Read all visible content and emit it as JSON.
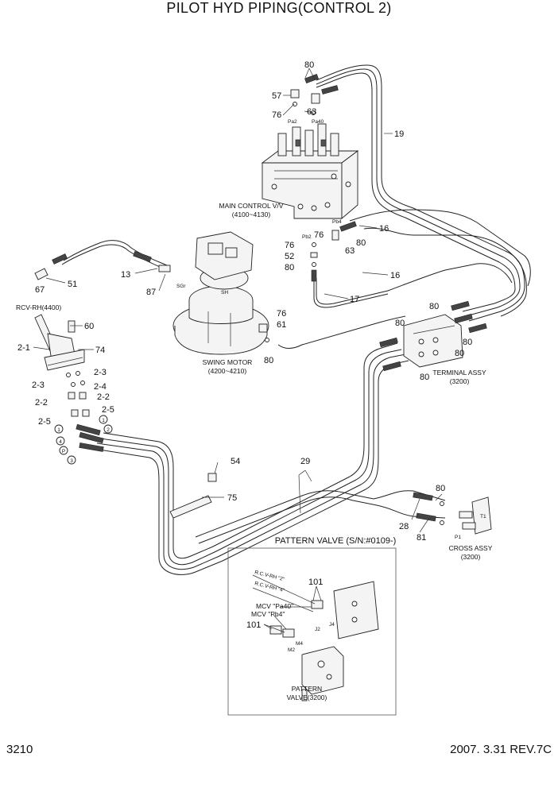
{
  "title": "PILOT HYD PIPING(CONTROL 2)",
  "page_number": "3210",
  "revision": "2007. 3.31  REV.7C",
  "assemblies": {
    "main_control": {
      "name": "MAIN CONTROL V/V",
      "range": "(4100~4130)"
    },
    "swing_motor": {
      "name": "SWING MOTOR",
      "range": "(4200~4210)"
    },
    "terminal": {
      "name": "TERMINAL ASSY",
      "ref": "(3200)"
    },
    "cross": {
      "name": "CROSS ASSY",
      "ref": "(3200)"
    },
    "rcv": {
      "name": "RCV-RH(4400)"
    }
  },
  "ports": {
    "pa2": "Pa2",
    "pa40": "Pa40",
    "pb4": "Pb4",
    "pb2": "Pb2",
    "sgr": "SGr",
    "sh": "SH",
    "t1": "T1",
    "p1": "P1",
    "j2": "J2",
    "j4": "J4",
    "m4": "M4",
    "m2": "M2"
  },
  "pattern_valve": {
    "heading": "PATTERN VALVE (S/N:#0109-)",
    "label_line1": "PATTERN",
    "label_line2": "VALVE(3200)",
    "rcv_rh_2": "R.C.V-RH  \"2\"",
    "rcv_rh_4": "R.C.V-RH  \"4\"",
    "mcv_pa40": "MCV \"Pa40\"",
    "mcv_pb4": "MCV \"Pb4\""
  },
  "callouts": {
    "c80_top": "80",
    "c57": "57",
    "c76_top": "76",
    "c63_top": "63",
    "c19": "19",
    "c16_a": "16",
    "c16_b": "16",
    "c76_mid": "76",
    "c80_mid": "80",
    "c63_mid": "63",
    "c76_l": "76",
    "c52": "52",
    "c80_l": "80",
    "c17": "17",
    "c13": "13",
    "c87": "87",
    "c67": "67",
    "c51": "51",
    "c76_sw": "76",
    "c61": "61",
    "c80_sw": "80",
    "c60": "60",
    "c2_1": "2-1",
    "c74": "74",
    "c2_3a": "2-3",
    "c2_3b": "2-3",
    "c2_4": "2-4",
    "c2_2a": "2-2",
    "c2_2b": "2-2",
    "c2_5a": "2-5",
    "c2_5b": "2-5",
    "c80_t1": "80",
    "c80_t2": "80",
    "c80_t3": "80",
    "c80_t4": "80",
    "c80_t5": "80",
    "c29": "29",
    "c54": "54",
    "c75": "75",
    "c80_cr": "80",
    "c28": "28",
    "c81": "81",
    "c101_a": "101",
    "c101_b": "101"
  },
  "circle_marks": {
    "m1a": "1",
    "m2": "2",
    "m4": "4",
    "mP": "P",
    "m3": "3",
    "m1b": "1"
  }
}
